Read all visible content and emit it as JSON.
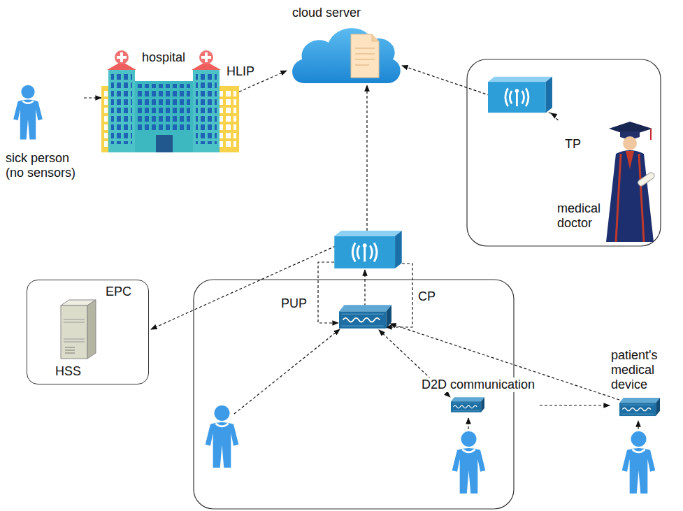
{
  "diagram": {
    "nodes": [
      {
        "text": [
          "cloud server"
        ]
      },
      {
        "text": [
          "hospital"
        ]
      },
      {
        "text": [
          "sick person (no sensors)"
        ]
      },
      {
        "text": [
          "medical doctor"
        ]
      },
      {
        "text": [
          "EPC",
          "HSS"
        ]
      },
      {
        "text": [
          "D2D communication"
        ]
      },
      {
        "text": [
          "patient's medical device"
        ]
      }
    ],
    "edges": [
      {
        "from": 2,
        "to": 1,
        "arrow": "to"
      },
      {
        "from": 1,
        "to": 0,
        "arrow": "to",
        "label": "HLIP"
      },
      {
        "from": 3,
        "to": 0,
        "arrow": "to",
        "label": "TP"
      },
      {
        "from": 5,
        "to": 6,
        "arrow": "to"
      }
    ],
    "labels": [
      "PUP",
      "CP"
    ]
  }
}
